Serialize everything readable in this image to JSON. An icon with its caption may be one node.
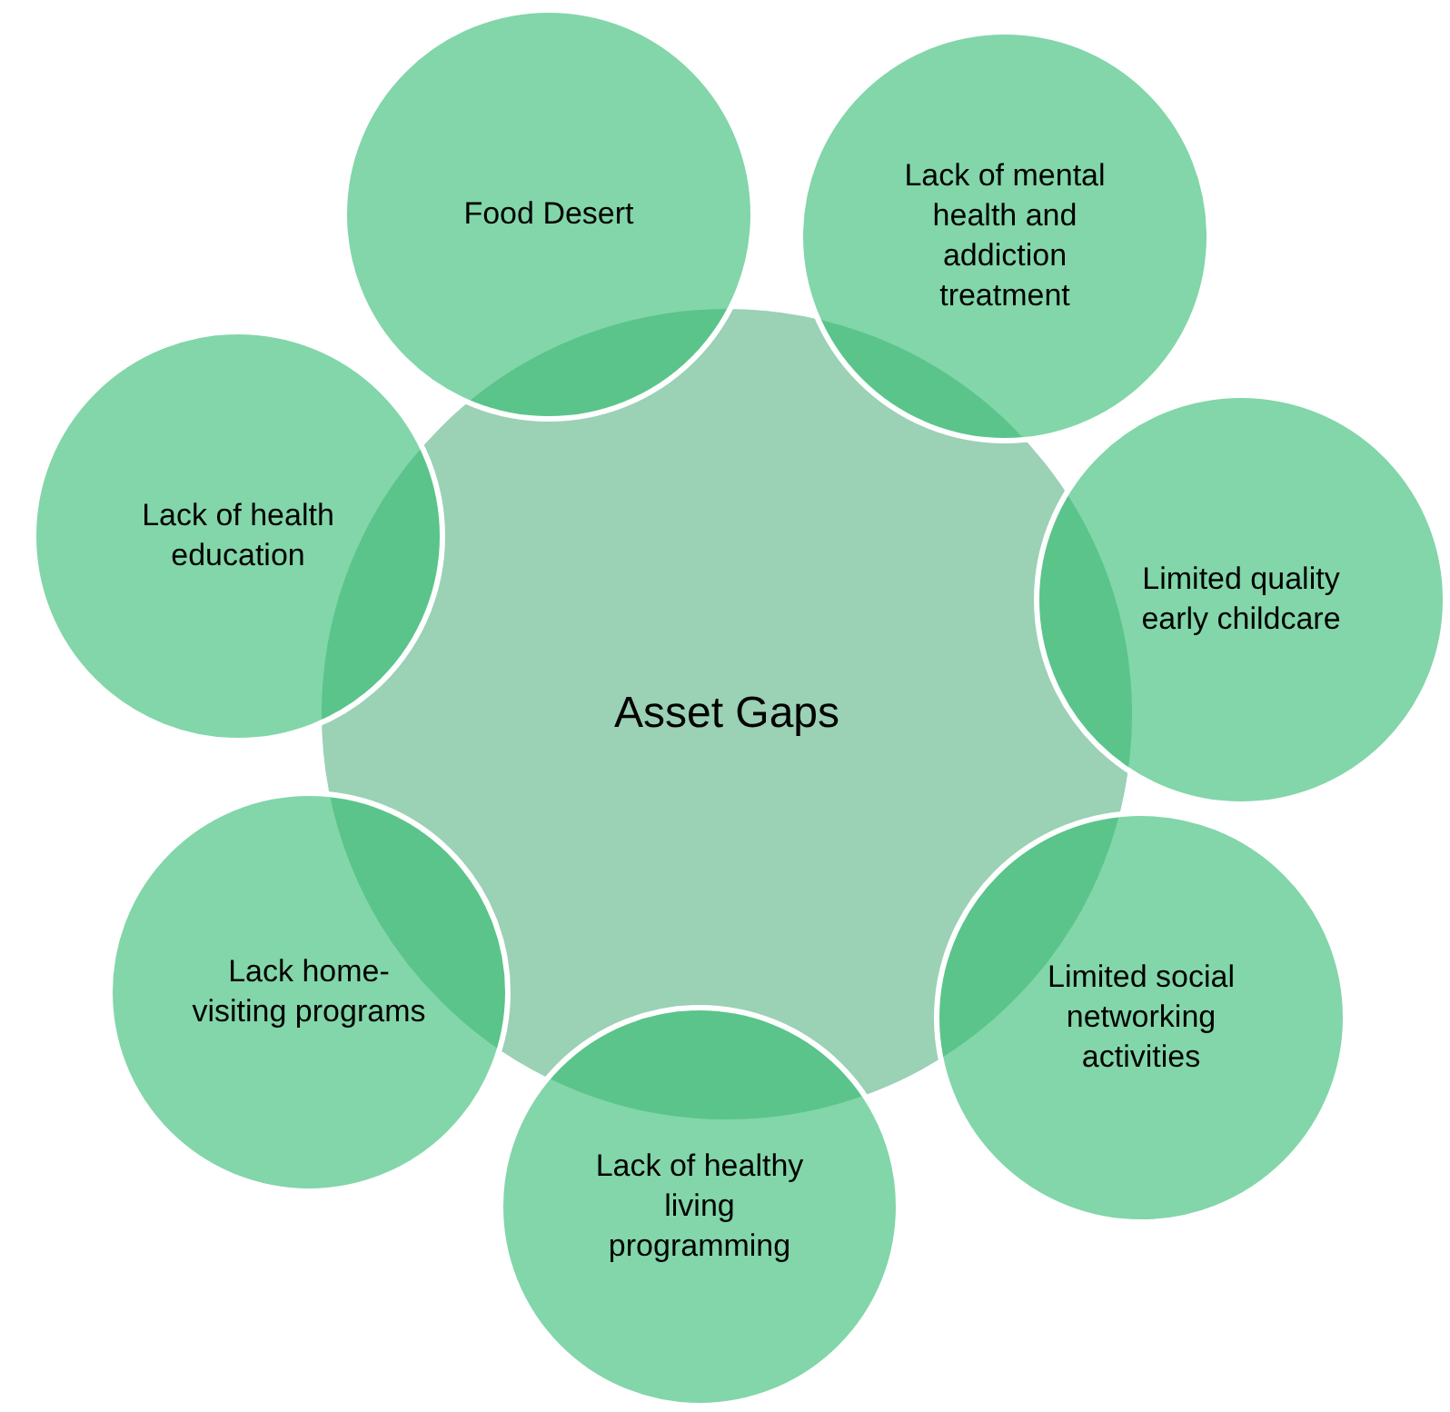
{
  "diagram": {
    "nodes": [
      {
        "text": [
          "Asset Gaps"
        ]
      },
      {
        "text": [
          "Food Desert"
        ]
      },
      {
        "text": [
          "Lack of mental health and addiction treatment"
        ]
      },
      {
        "text": [
          "Limited quality early childcare"
        ]
      },
      {
        "text": [
          "Limited social networking activities"
        ]
      },
      {
        "text": [
          "Lack of healthy living programming"
        ]
      },
      {
        "text": [
          "Lack home-visiting programs"
        ]
      },
      {
        "text": [
          "Lack of health education"
        ]
      }
    ]
  }
}
